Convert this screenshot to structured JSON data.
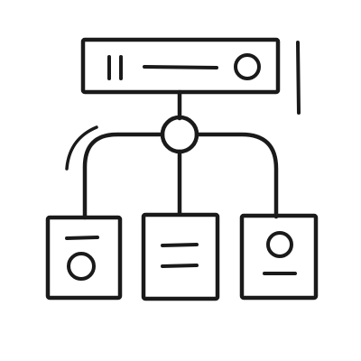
{
  "illustration": {
    "subject": "network-hierarchy-icon",
    "style": "hand-drawn-line-art",
    "stroke_color": "#1a1a1a",
    "background_color": "#ffffff",
    "nodes": [
      {
        "name": "server-rack-icon",
        "shows": [
          "slot-lines",
          "horizontal-bar",
          "status-circle"
        ]
      },
      {
        "name": "hub-node-icon",
        "shows": [
          "circle"
        ]
      },
      {
        "name": "card-left-icon",
        "shows": [
          "top-dash",
          "circle"
        ]
      },
      {
        "name": "card-center-icon",
        "shows": [
          "two-lines"
        ]
      },
      {
        "name": "card-right-icon",
        "shows": [
          "circle",
          "bottom-dash"
        ]
      }
    ]
  }
}
